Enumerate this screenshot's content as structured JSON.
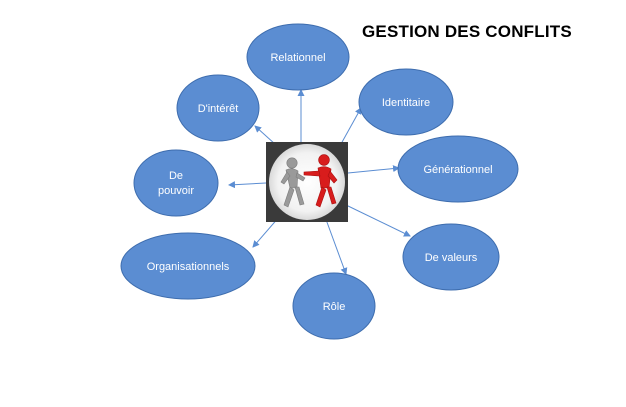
{
  "title": "GESTION DES CONFLITS",
  "center": {
    "icon": "two-figures-arguing-icon"
  },
  "nodes": [
    {
      "id": "relationnel",
      "label": "Relationnel"
    },
    {
      "id": "identitaire",
      "label": "Identitaire"
    },
    {
      "id": "generationnel",
      "label": "Générationnel"
    },
    {
      "id": "de-valeurs",
      "label": "De valeurs"
    },
    {
      "id": "role",
      "label": "Rôle"
    },
    {
      "id": "organisationnels",
      "label": "Organisationnels"
    },
    {
      "id": "de-pouvoir",
      "label": "De pouvoir"
    },
    {
      "id": "d-interet",
      "label": "D'intérêt"
    }
  ],
  "colors": {
    "node_fill": "#5B8DD2",
    "node_stroke": "#3E6DAE",
    "arrow": "#5B8DD2",
    "center_frame": "#3a3a3a",
    "figure_left": "#9a9a9a",
    "figure_right": "#d81c1c"
  }
}
